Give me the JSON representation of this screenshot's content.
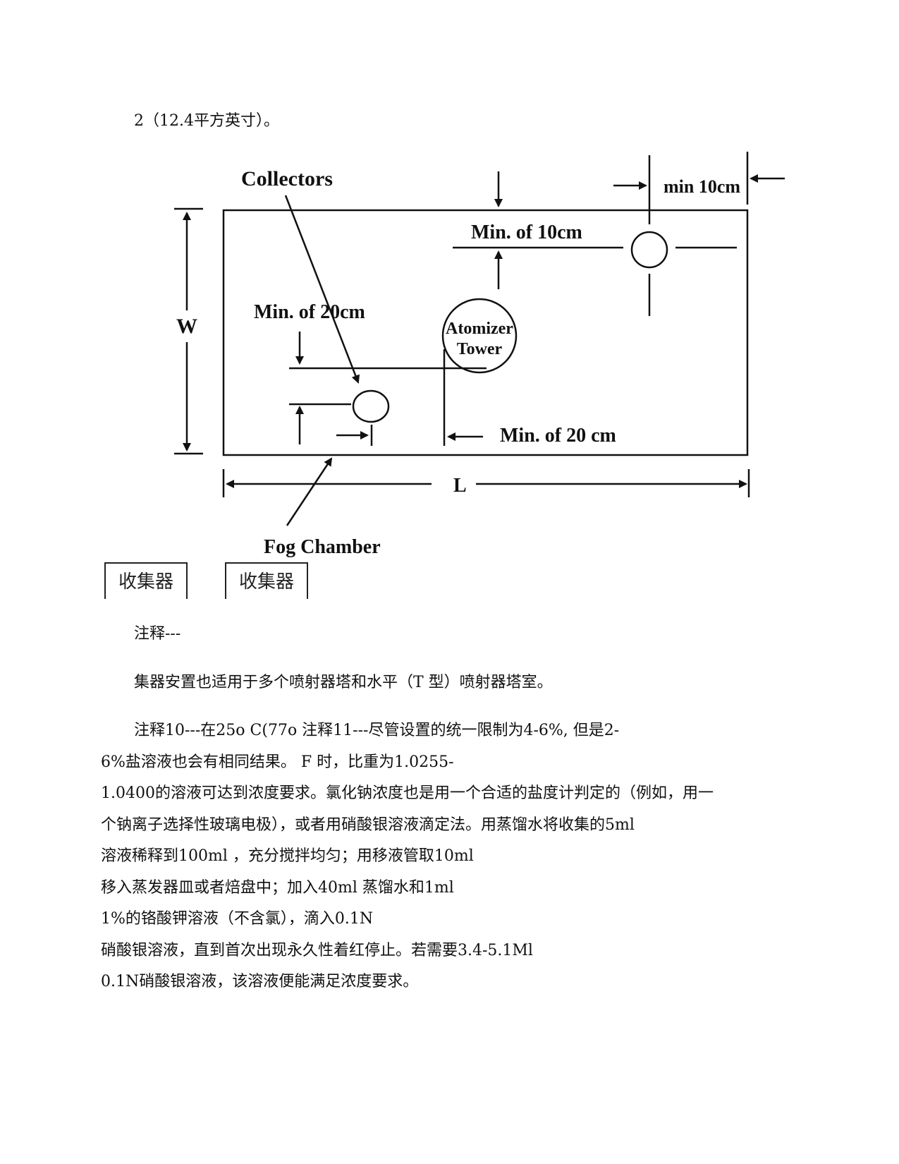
{
  "top_line": "2（12.4平方英寸）。",
  "figure": {
    "collectors": "Collectors",
    "min_10cm_right": "min 10cm",
    "min_of_10cm": "Min. of 10cm",
    "w": "W",
    "min_of_20cm_left": "Min. of 20cm",
    "atomizer_1": "Atomizer",
    "atomizer_2": "Tower",
    "min_of_20cm_bottom": "Min. of 20 cm",
    "l": "L",
    "fog_chamber": "Fog Chamber"
  },
  "label_boxes": [
    "收集器",
    "收集器"
  ],
  "paragraphs": [
    "注释---",
    "集器安置也适用于多个喷射器塔和水平（T 型）喷射器塔室。",
    "注释10---在25o C(77o 注释11---尽管设置的统一限制为4-6%, 但是2-",
    "6%盐溶液也会有相同结果。 F 时，比重为1.0255-",
    "1.0400的溶液可达到浓度要求。氯化钠浓度也是用一个合适的盐度计判定的（例如，用一",
    "个钠离子选择性玻璃电极），或者用硝酸银溶液滴定法。用蒸馏水将收集的5ml",
    "溶液稀释到100ml ，充分搅拌均匀；用移液管取10ml",
    "移入蒸发器皿或者焙盘中；加入40ml 蒸馏水和1ml",
    "1%的铬酸钾溶液（不含氯），滴入0.1N",
    "硝酸银溶液，直到首次出现永久性着红停止。若需要3.4-5.1Ml",
    "0.1N硝酸银溶液，该溶液便能满足浓度要求。"
  ]
}
